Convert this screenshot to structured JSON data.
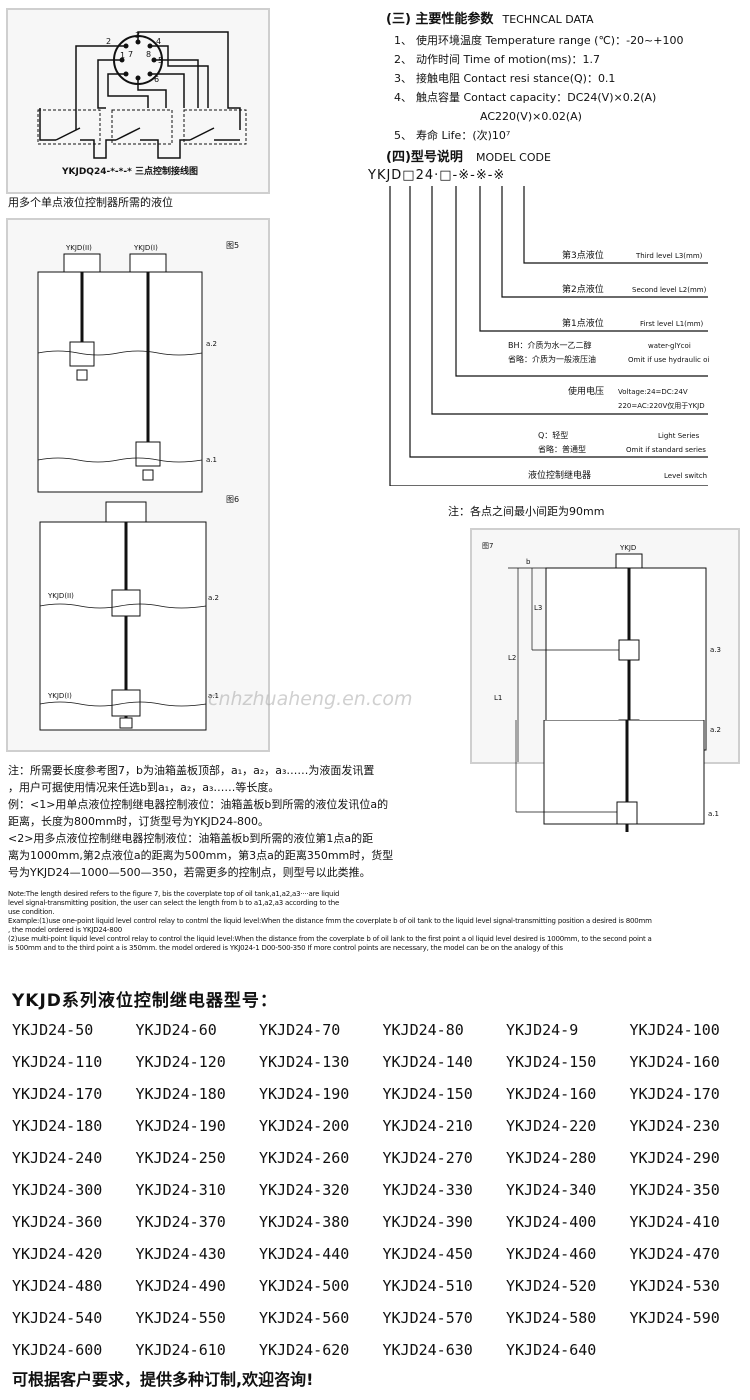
{
  "fig_wiring": {
    "caption": "YKJDQ24-*-*-*    三点控制接线图",
    "pins": [
      "1",
      "2",
      "3",
      "4",
      "5",
      "6",
      "7",
      "8"
    ]
  },
  "caption_multi": "用多个单点液位控制器所需的液位",
  "fig5": {
    "label": "图5",
    "relay1": "YKJD(II)",
    "relay2": "YKJD(I)",
    "a2": "a.2",
    "a1": "a.1"
  },
  "fig6": {
    "label": "图6",
    "relay1": "YKJD(II)",
    "relay2": "YKJD(I)",
    "a2": "a.2",
    "a1": "a.1"
  },
  "tech": {
    "heading_cn": "(三) 主要性能参数",
    "heading_en": "TECHNCAL DATA",
    "items": [
      {
        "n": "1、",
        "cn": "使用环境温度",
        "en": "Temperature range (℃)：-20~+100"
      },
      {
        "n": "2、",
        "cn": "动作时间",
        "en": "Time of motion(ms)：1.7"
      },
      {
        "n": "3、",
        "cn": "接触电阻",
        "en": "Contact resi stance(Q)：0.1"
      },
      {
        "n": "4、",
        "cn": "触点容量",
        "en": "Contact capacity：DC24(V)×0.2(A)"
      },
      {
        "n": "",
        "cn": "",
        "en": "AC220(V)×0.02(A)"
      },
      {
        "n": "5、",
        "cn": "寿命",
        "en": "Life：(次)10⁷"
      }
    ]
  },
  "model": {
    "heading_cn": "(四)型号说明",
    "heading_en": "MODEL CODE",
    "code": "YKJD□24·□-※-※-※",
    "rows": [
      {
        "cn": "第3点液位",
        "en": "Third level L3(mm)"
      },
      {
        "cn": "第2点液位",
        "en": "Second level L2(mm)"
      },
      {
        "cn": "第1点液位",
        "en": "First level L1(mm)"
      },
      {
        "cn": "BH：介质为水一乙二醇",
        "en": "water-glYcoi"
      },
      {
        "cn": "省略：介质为一般液压油",
        "en": "Omit if use hydraulic oi"
      },
      {
        "cn": "使用电压",
        "en": "Voltage:24=DC:24V"
      },
      {
        "cn": "",
        "en": "220=AC:220V仅用于YKJD"
      },
      {
        "cn": "Q：轻型",
        "en": "Light Series"
      },
      {
        "cn": "省略：普通型",
        "en": "Omit if standard series"
      },
      {
        "cn": "液位控制继电器",
        "en": "Level switch"
      }
    ],
    "note": "注：各点之间最小间距为90mm"
  },
  "fig7": {
    "label": "图7",
    "relay": "YKJD",
    "b": "b",
    "L3": "L3",
    "L2": "L2",
    "L1": "L1",
    "a3": "a.3",
    "a2": "a.2",
    "a1": "a.1"
  },
  "notes_cn": [
    "注：所需要长度参考图7，b为油箱盖板顶部，a₁，a₂，a₃……为液面发讯置",
    "，用户可据使用情况来任选b到a₁，a₂，a₃……等长度。",
    "例：<1>用单点液位控制继电器控制液位：油箱盖板b到所需的液位发讯位a的",
    "距离，长度为800mm时，订货型号为YKJD24-800。",
    "  <2>用多点液位控制继电器控制液位：油箱盖板b到所需的液位第1点a的距",
    "离为1000mm,第2点液位a的距离为500mm，第3点a的距离350mm时，货型",
    "号为YKJD24—1000—500—350，若需更多的控制点，则型号以此类推。"
  ],
  "notes_en": [
    "Note:The length desired refers to the figure 7, bis the coverplate top of oil tank,a1,a2,a3····are liquid",
    "level signal-transmitting position, the user can select the length from b to a1,a2,a3 according to the",
    "use condition.",
    "Example:(1)use one-point liquid level control relay to contml the liquid level:When the distance fmm the coverplate b of oil tank to the liquid level signal-transmitting position a desired is 800mm",
    ", the model ordered is YKJD24-800",
    "(2)use multi-point liquid level control relay to control the liquid level:When the distance from the coverplate b of oil lank to the first point a ol liquid level desired is 1000mm, to the second point a",
    "is 500mm and to the third point a is 350mm. the model ordered is YKJ024-1 D00-500-350 If more control points are necessary, the model can be on the analogy of this"
  ],
  "models_title": "YKJD系列液位控制继电器型号：",
  "models": [
    "YKJD24-50",
    "YKJD24-60",
    "YKJD24-70",
    "YKJD24-80",
    "YKJD24-9",
    "YKJD24-100",
    "YKJD24-110",
    "YKJD24-120",
    "YKJD24-130",
    "YKJD24-140",
    "YKJD24-150",
    "YKJD24-160",
    "YKJD24-170",
    "YKJD24-180",
    "YKJD24-190",
    "YKJD24-150",
    "YKJD24-160",
    "YKJD24-170",
    "YKJD24-180",
    "YKJD24-190",
    "YKJD24-200",
    "YKJD24-210",
    "YKJD24-220",
    "YKJD24-230",
    "YKJD24-240",
    "YKJD24-250",
    "YKJD24-260",
    "YKJD24-270",
    "YKJD24-280",
    "YKJD24-290",
    "YKJD24-300",
    "YKJD24-310",
    "YKJD24-320",
    "YKJD24-330",
    "YKJD24-340",
    "YKJD24-350",
    "YKJD24-360",
    "YKJD24-370",
    "YKJD24-380",
    "YKJD24-390",
    "YKJD24-400",
    "YKJD24-410",
    "YKJD24-420",
    "YKJD24-430",
    "YKJD24-440",
    "YKJD24-450",
    "YKJD24-460",
    "YKJD24-470",
    "YKJD24-480",
    "YKJD24-490",
    "YKJD24-500",
    "YKJD24-510",
    "YKJD24-520",
    "YKJD24-530",
    "YKJD24-540",
    "YKJD24-550",
    "YKJD24-560",
    "YKJD24-570",
    "YKJD24-580",
    "YKJD24-590",
    "YKJD24-600",
    "YKJD24-610",
    "YKJD24-620",
    "YKJD24-630",
    "YKJD24-640"
  ],
  "footer": "可根据客户要求，提供多种订制,欢迎咨询!",
  "watermark": "cnhzhuaheng.en.com"
}
